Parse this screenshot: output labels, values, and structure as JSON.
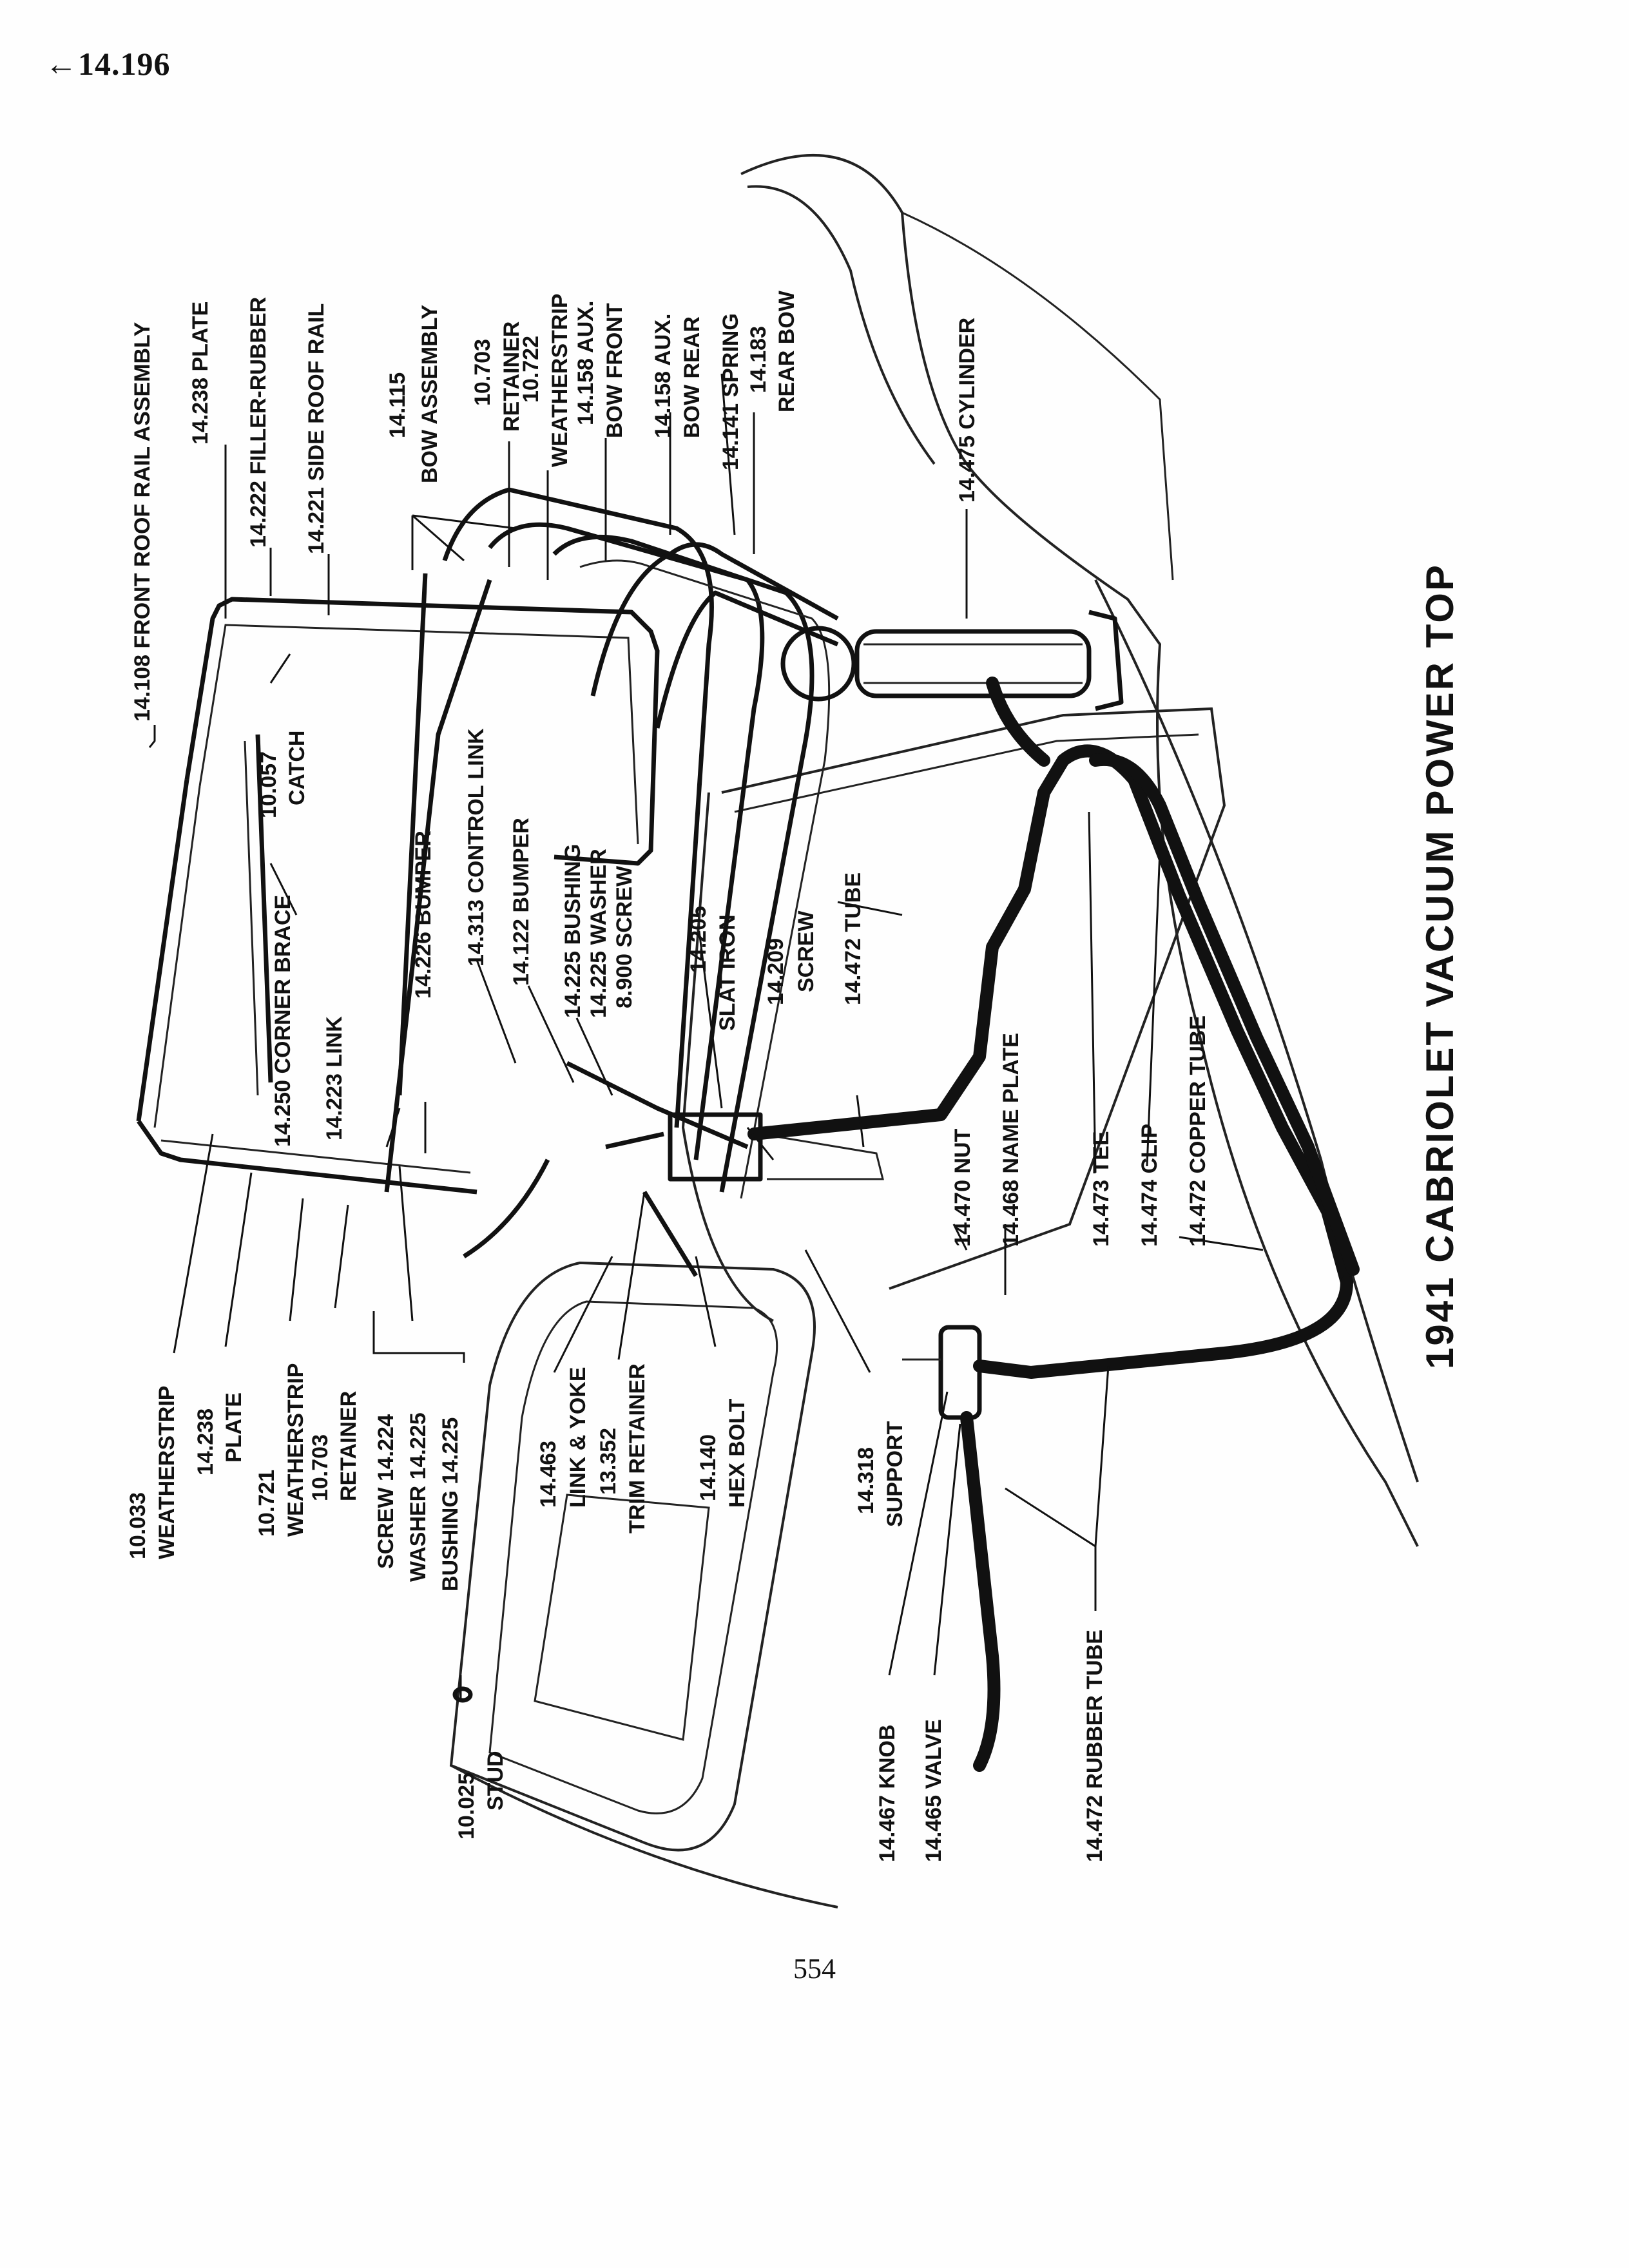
{
  "header": {
    "ref": "←14.196"
  },
  "footer": {
    "page_number": "554"
  },
  "title": "1941 CABRIOLET VACUUM POWER TOP",
  "labels": {
    "front_roof_rail": "14.108 FRONT ROOF RAIL ASSEMBLY",
    "plate_top": "14.238 PLATE",
    "filler_rubber": "14.222 FILLER-RUBBER",
    "side_roof_rail": "14.221 SIDE ROOF RAIL",
    "bow_assembly_num": "14.115",
    "bow_assembly": "BOW ASSEMBLY",
    "retainer_top_num": "10.703",
    "retainer_top": "RETAINER",
    "weatherstrip_top_num": "10.722",
    "weatherstrip_top": "WEATHERSTRIP",
    "aux_bow_front_1": "14.158 AUX.",
    "aux_bow_front_2": "BOW FRONT",
    "aux_bow_rear_1": "14.158 AUX.",
    "aux_bow_rear_2": "BOW REAR",
    "spring": "14.141 SPRING",
    "rear_bow_num": "14.183",
    "rear_bow": "REAR BOW",
    "cylinder": "14.475 CYLINDER",
    "catch_num": "10.057",
    "catch": "CATCH",
    "corner_brace": "14.250 CORNER BRACE",
    "bumper_226": "14.226 BUMPER",
    "link_223": "14.223 LINK",
    "control_link": "14.313 CONTROL LINK",
    "bumper_122": "14.122 BUMPER",
    "bushing_225": "14.225 BUSHING",
    "washer_225": "14.225 WASHER",
    "screw_8900": "8.900 SCREW",
    "slat_iron_num": "14.205",
    "slat_iron": "SLAT IRON",
    "screw_209_num": "14.209",
    "screw_209": "SCREW",
    "tube_472": "14.472 TUBE",
    "nut_470": "14.470 NUT",
    "name_plate": "14.468 NAME PLATE",
    "tee": "14.473 TEE",
    "clip": "14.474 CLIP",
    "copper_tube": "14.472 COPPER TUBE",
    "weatherstrip_033_num": "10.033",
    "weatherstrip_033": "WEATHERSTRIP",
    "plate_238_num": "14.238",
    "plate_238": "PLATE",
    "weatherstrip_721_num": "10.721",
    "weatherstrip_721": "WEATHERSTRIP",
    "retainer_703_num": "10.703",
    "retainer_703": "RETAINER",
    "screw_224": "SCREW 14.224",
    "washer_225b": "WASHER 14.225",
    "bushing_225b": "BUSHING 14.225",
    "link_yoke_num": "14.463",
    "link_yoke": "LINK & YOKE",
    "trim_retainer_num": "13.352",
    "trim_retainer": "TRIM RETAINER",
    "hex_bolt_num": "14.140",
    "hex_bolt": "HEX BOLT",
    "support_num": "14.318",
    "support": "SUPPORT",
    "stud_num": "10.025",
    "stud": "STUD",
    "knob": "14.467 KNOB",
    "valve": "14.465 VALVE",
    "rubber_tube": "14.472 RUBBER TUBE"
  }
}
